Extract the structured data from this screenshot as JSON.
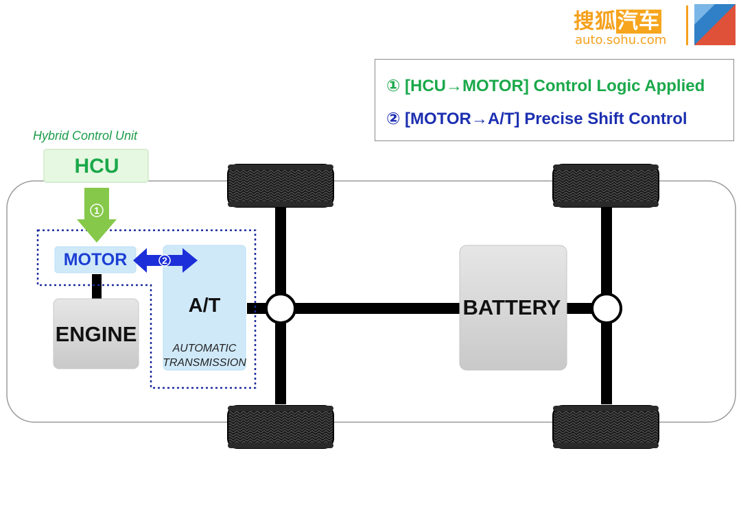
{
  "watermark": {
    "brand_cn_1": "搜狐",
    "brand_cn_2": "汽车",
    "url": "auto.sohu.com",
    "color": "#f4a11d"
  },
  "legend": {
    "line1": "① [HCU→MOTOR] Control Logic Applied",
    "line2": "② [MOTOR→A/T] Precise Shift Control",
    "line1_color": "#1aa84a",
    "line2_color": "#1c2fb0"
  },
  "hcu": {
    "caption": "Hybrid Control Unit",
    "label": "HCU",
    "box_color": "#e6f7e2"
  },
  "arrow1": {
    "label": "①",
    "color": "#86c84a"
  },
  "arrow2": {
    "label": "②",
    "color": "#1c2fd8"
  },
  "motor": {
    "label": "MOTOR",
    "box_color": "#cfe9f9"
  },
  "engine": {
    "label": "ENGINE"
  },
  "transmission": {
    "label": "A/T",
    "subtitle_1": "AUTOMATIC",
    "subtitle_2": "TRANSMISSION"
  },
  "battery": {
    "label": "BATTERY"
  },
  "colors": {
    "dotted_border": "#1a2a9c",
    "component_gray": "#d6d6d6",
    "chassis_outline": "#9a9a9a",
    "axle": "#000000"
  }
}
